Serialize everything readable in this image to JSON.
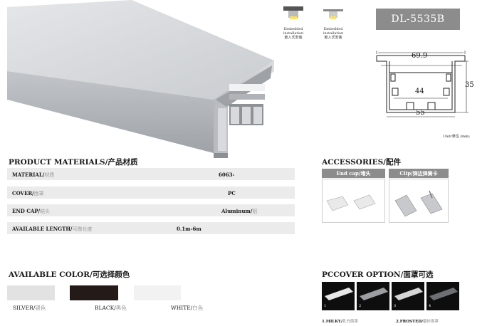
{
  "product": {
    "model": "DL-5535B"
  },
  "installation": [
    {
      "en": "Embedded",
      "en2": "installation",
      "zh": "嵌入式安装"
    },
    {
      "en": "Embedded",
      "en2": "installation",
      "zh": "嵌入式安装"
    }
  ],
  "dimensions": {
    "top": "69.9",
    "inner": "44",
    "bottom": "55",
    "height": "35",
    "unit_note": "Unit/单位",
    "unit_mark": "(mm)"
  },
  "materials": {
    "title": "PRODUCT MATERIALS/产品材质",
    "rows": [
      {
        "label_en": "MATERIAL/",
        "label_zh": "材质",
        "value": "6063-",
        "value_zh": ""
      },
      {
        "label_en": "COVER/",
        "label_zh": "面罩",
        "value": "PC",
        "value_zh": ""
      },
      {
        "label_en": "END CAP/",
        "label_zh": "结头",
        "value": "Aluminum/",
        "value_zh": "铝"
      },
      {
        "label_en": "AVAILABLE LENGTH/",
        "label_zh": "可做长度",
        "value": "0.1m-6m",
        "value_zh": ""
      }
    ]
  },
  "accessories": {
    "title": "ACCESSORIES/配件",
    "items": [
      {
        "label": "End cap/堵头"
      },
      {
        "label": "Clip/弹边弹簧卡"
      }
    ]
  },
  "colors": {
    "title": "AVAILABLE COLOR/可选择颜色",
    "items": [
      {
        "en": "SILVER/",
        "zh": "银色",
        "hex": "#e2e2e2"
      },
      {
        "en": "BLACK/",
        "zh": "黑色",
        "hex": "#241a17"
      },
      {
        "en": "WHITE/",
        "zh": "白色",
        "hex": "#f2f2f2"
      }
    ]
  },
  "pccover": {
    "title": "PCCOVER OPTION/面罩可选",
    "numbers": [
      "1",
      "2",
      "3",
      "4"
    ],
    "labels": [
      {
        "en": "1.MILKY/",
        "zh": "乳白面罩"
      },
      {
        "en": "2.FROSTED/",
        "zh": "磨砂面罩"
      }
    ]
  }
}
